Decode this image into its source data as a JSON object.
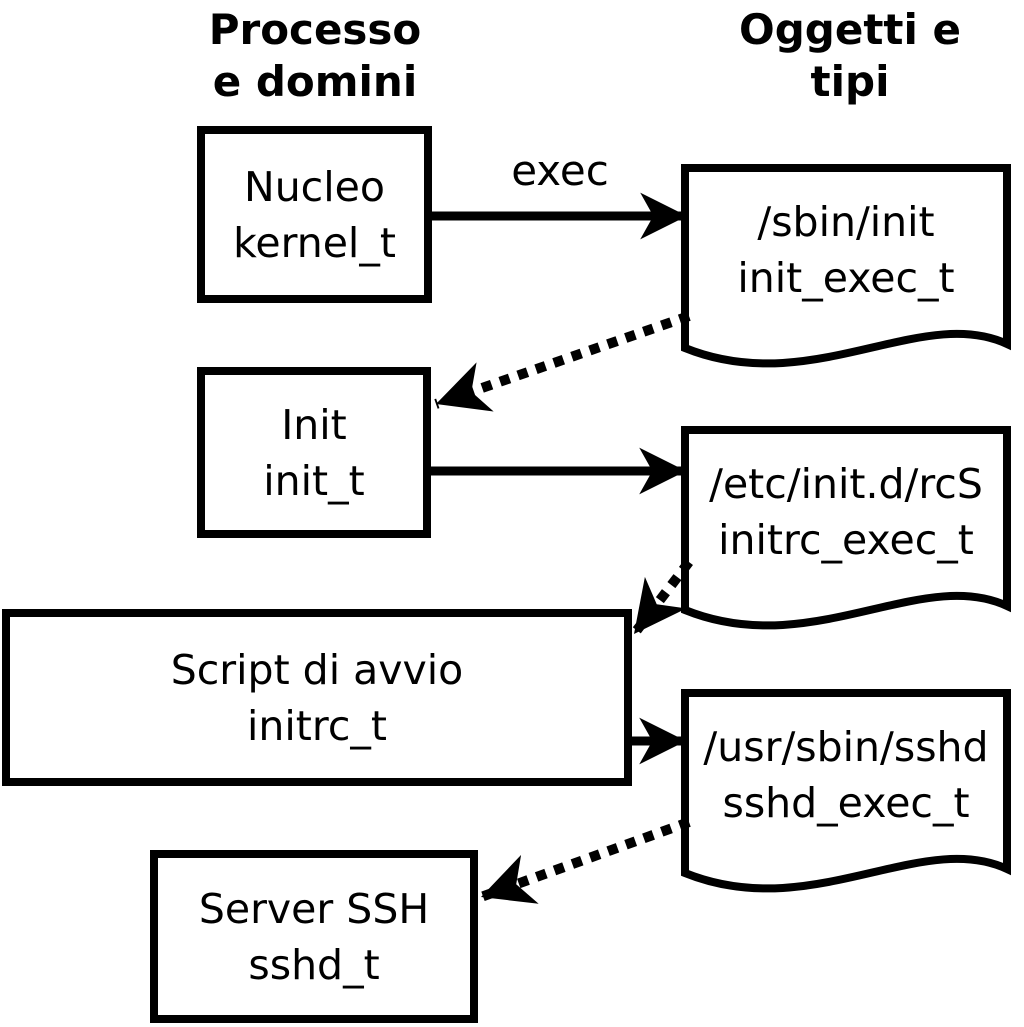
{
  "diagram": {
    "column_headers": {
      "left": "Processo\ne domini",
      "right": "Oggetti e\ntipi"
    },
    "arrow_labels": {
      "exec": "exec"
    },
    "process_boxes": [
      {
        "id": "kernel",
        "label": "Nucleo\nkernel_t"
      },
      {
        "id": "init",
        "label": "Init\ninit_t"
      },
      {
        "id": "initrc",
        "label": "Script di avvio\ninitrc_t"
      },
      {
        "id": "sshd",
        "label": "Server SSH\nsshd_t"
      }
    ],
    "documents": [
      {
        "id": "init_exec",
        "label": "/sbin/init\ninit_exec_t"
      },
      {
        "id": "initrc_exec",
        "label": "/etc/init.d/rcS\ninitrc_exec_t"
      },
      {
        "id": "sshd_exec",
        "label": "/usr/sbin/sshd\nsshd_exec_t"
      }
    ],
    "colors": {
      "stroke": "#000000",
      "fill": "#ffffff"
    }
  }
}
